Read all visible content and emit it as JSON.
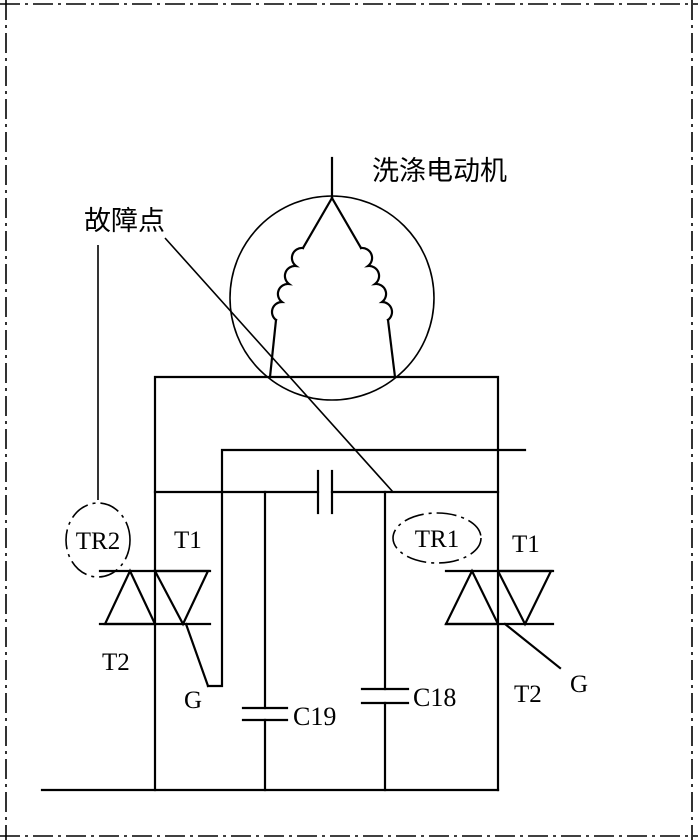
{
  "motor_label": "洗涤电动机",
  "fault_label": "故障点",
  "tr2": {
    "id": "TR2",
    "t1": "T1",
    "t2": "T2",
    "g": "G"
  },
  "tr1": {
    "id": "TR1",
    "t1": "T1",
    "t2": "T2",
    "g": "G"
  },
  "c19_label": "C19",
  "c18_label": "C18"
}
